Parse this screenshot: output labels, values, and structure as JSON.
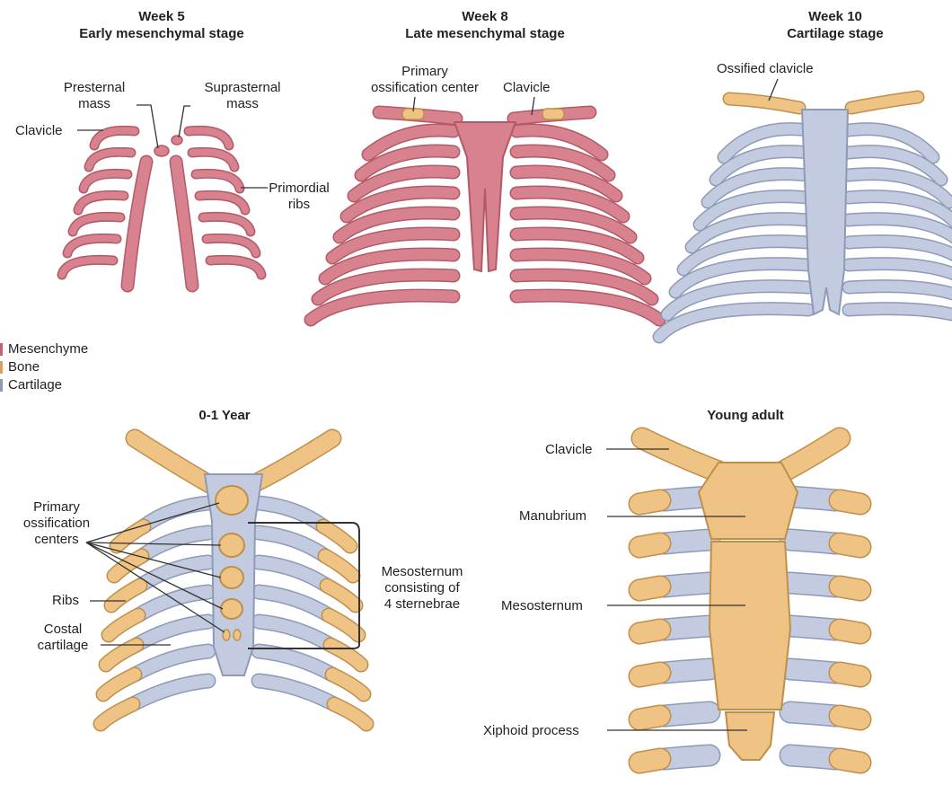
{
  "colors": {
    "mesenchyme": "#d9828f",
    "mesenchyme_outline": "#b25a66",
    "bone": "#eec384",
    "bone_outline": "#bf8f4c",
    "cartilage": "#c2cbe0",
    "cartilage_outline": "#8e9ab8",
    "leader": "#333333"
  },
  "panels": {
    "week5": {
      "week": "Week 5",
      "stage": "Early mesenchymal stage"
    },
    "week8": {
      "week": "Week 8",
      "stage": "Late mesenchymal stage"
    },
    "week10": {
      "week": "Week 10",
      "stage": "Cartilage stage"
    },
    "year1": {
      "title": "0-1 Year"
    },
    "adult": {
      "title": "Young adult"
    }
  },
  "labels": {
    "presternal": [
      "Presternal",
      "mass"
    ],
    "suprasternal": [
      "Suprasternal",
      "mass"
    ],
    "clavicle_w5": "Clavicle",
    "primordial": [
      "Primordial",
      "ribs"
    ],
    "primary_center_w8": [
      "Primary",
      "ossification center"
    ],
    "clavicle_w8": "Clavicle",
    "ossified_clavicle": "Ossified clavicle",
    "primary_centers": [
      "Primary",
      "ossification",
      "centers"
    ],
    "ribs": "Ribs",
    "costal": [
      "Costal",
      "cartilage"
    ],
    "mesosternum_bracket": [
      "Mesosternum",
      "consisting of",
      "4 sternebrae"
    ],
    "clavicle_adult": "Clavicle",
    "manubrium": "Manubrium",
    "mesosternum_adult": "Mesosternum",
    "xiphoid": "Xiphoid process"
  },
  "legend": [
    {
      "label": "Mesenchyme",
      "color": "#c9606d"
    },
    {
      "label": "Bone",
      "color": "#d9a25a"
    },
    {
      "label": "Cartilage",
      "color": "#8e9ab8"
    }
  ]
}
